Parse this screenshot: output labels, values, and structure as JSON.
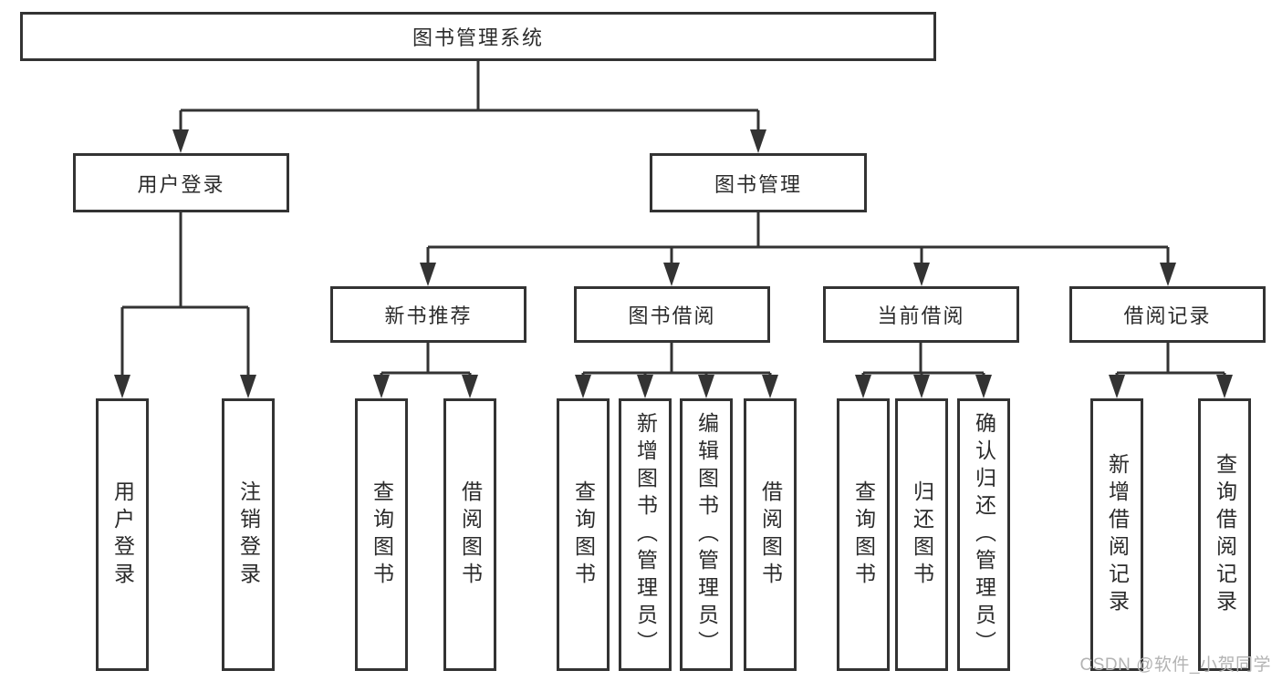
{
  "nodes": {
    "root": "图书管理系统",
    "level2": [
      "用户登录",
      "图书管理"
    ],
    "level3": [
      "新书推荐",
      "图书借阅",
      "当前借阅",
      "借阅记录"
    ],
    "group1": [
      "用户登录",
      "注销登录"
    ],
    "group2": [
      "查询图书",
      "借阅图书"
    ],
    "group3": [
      "查询图书",
      "新增图书（管理员）",
      "编辑图书（管理员）",
      "借阅图书"
    ],
    "group4": [
      "查询图书",
      "归还图书",
      "确认归还（管理员）"
    ],
    "group5": [
      "新增借阅记录",
      "查询借阅记录"
    ]
  },
  "watermark": "CSDN @软件_小贺同学",
  "colors": {
    "line": "#333333",
    "box_border": "#333333",
    "text": "#2b2b2b",
    "watermark": "#b3b3b3",
    "background": "#ffffff"
  }
}
